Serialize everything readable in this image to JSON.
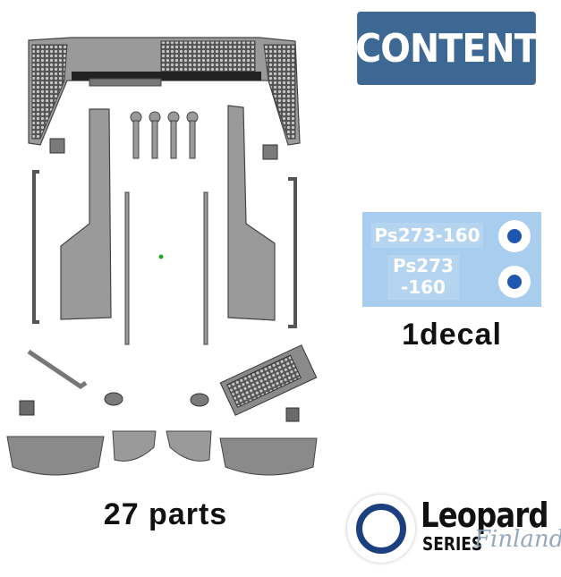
{
  "header": {
    "badge_label": "CONTENT",
    "badge_color": "#3e6894"
  },
  "parts_area": {
    "parts_count_label": "27 parts",
    "part_color": "#9a9a9a"
  },
  "decal": {
    "text_line_1": "Ps273-160",
    "text_line_2": "Ps273\n-160",
    "card_color": "#a9cdee",
    "roundel_color": "#1f57b0",
    "count_label": "1decal"
  },
  "logo": {
    "brand": "Leopard",
    "series": "SERIES",
    "script": "Finland",
    "ring_color": "#1c3f80"
  }
}
